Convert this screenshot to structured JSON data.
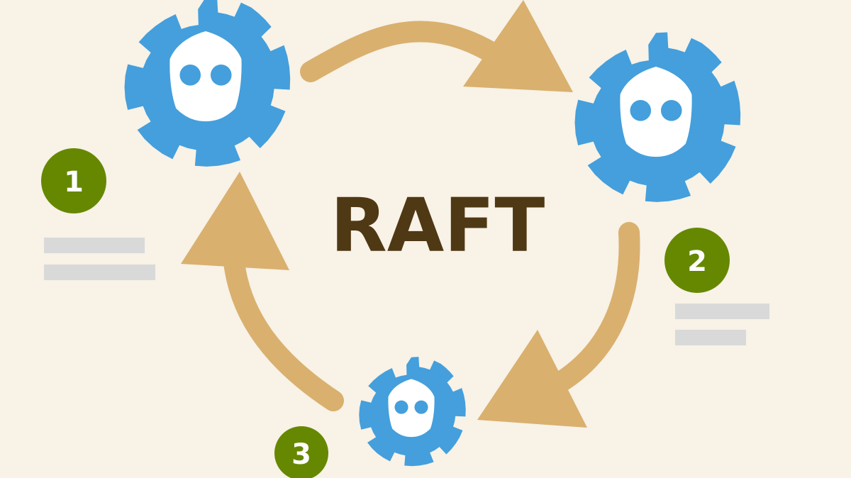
{
  "title": "RAFT",
  "steps": [
    {
      "label": "1"
    },
    {
      "label": "2"
    },
    {
      "label": "3"
    }
  ],
  "colors": {
    "background": "#f8f2e7",
    "node": "#449fdc",
    "node_face": "#ffffff",
    "arrow": "#d9b06e",
    "title": "#4f3814",
    "badge": "#668800",
    "placeholder_line": "#d9d9d9"
  },
  "icons": {
    "node": "etcd-gear-ghost-icon",
    "arrow": "cycle-arrow-icon"
  }
}
